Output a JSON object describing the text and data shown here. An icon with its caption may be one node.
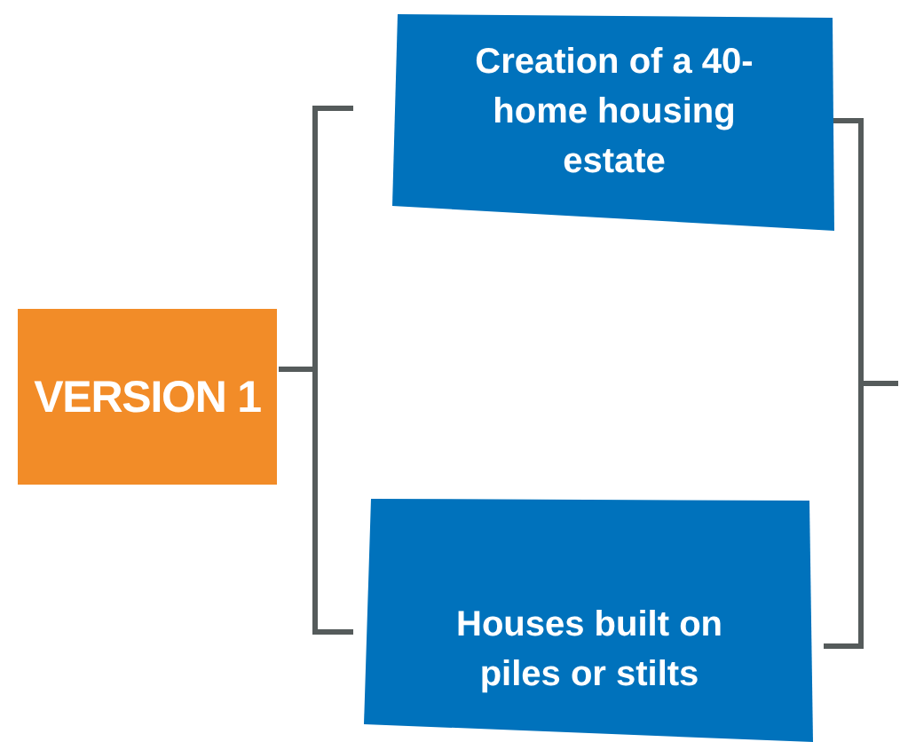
{
  "diagram": {
    "nodes": [
      {
        "text": [
          "VERSION 1"
        ]
      },
      {
        "text": [
          "Creation of a 40-home housing estate"
        ]
      },
      {
        "text": [
          "Houses built on piles or stilts"
        ]
      }
    ],
    "edges": [
      {
        "from": 0,
        "to": 1,
        "arrow": "none"
      },
      {
        "from": 0,
        "to": 2,
        "arrow": "none"
      },
      {
        "from": 1,
        "to": null,
        "arrow": "none"
      },
      {
        "from": 2,
        "to": null,
        "arrow": "none"
      }
    ]
  }
}
